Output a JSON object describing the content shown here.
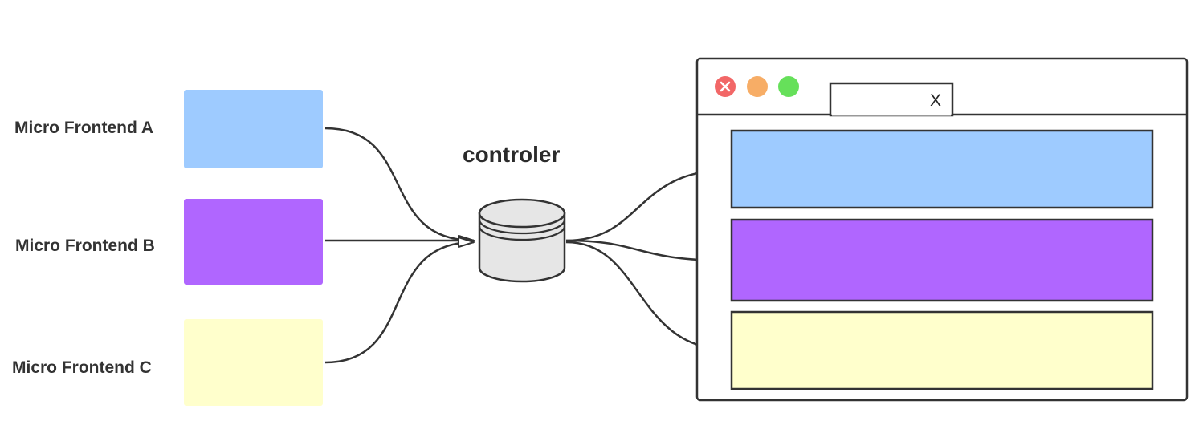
{
  "diagram": {
    "title": "controler",
    "sources": [
      {
        "label": "Micro Frontend A",
        "color": "#9ecbff"
      },
      {
        "label": "Micro Frontend B",
        "color": "#b066ff"
      },
      {
        "label": "Micro Frontend C",
        "color": "#ffffcc"
      }
    ],
    "browser": {
      "tab_close_label": "X",
      "buttons": [
        {
          "name": "close-icon",
          "color": "#f26767"
        },
        {
          "name": "minimize-icon",
          "color": "#f7ad66"
        },
        {
          "name": "maximize-icon",
          "color": "#66e05a"
        }
      ],
      "panels": [
        {
          "color": "#9ecbff"
        },
        {
          "color": "#b066ff"
        },
        {
          "color": "#ffffcc"
        }
      ]
    },
    "colors": {
      "line": "#333333",
      "db_fill": "#e6e6e6"
    }
  }
}
